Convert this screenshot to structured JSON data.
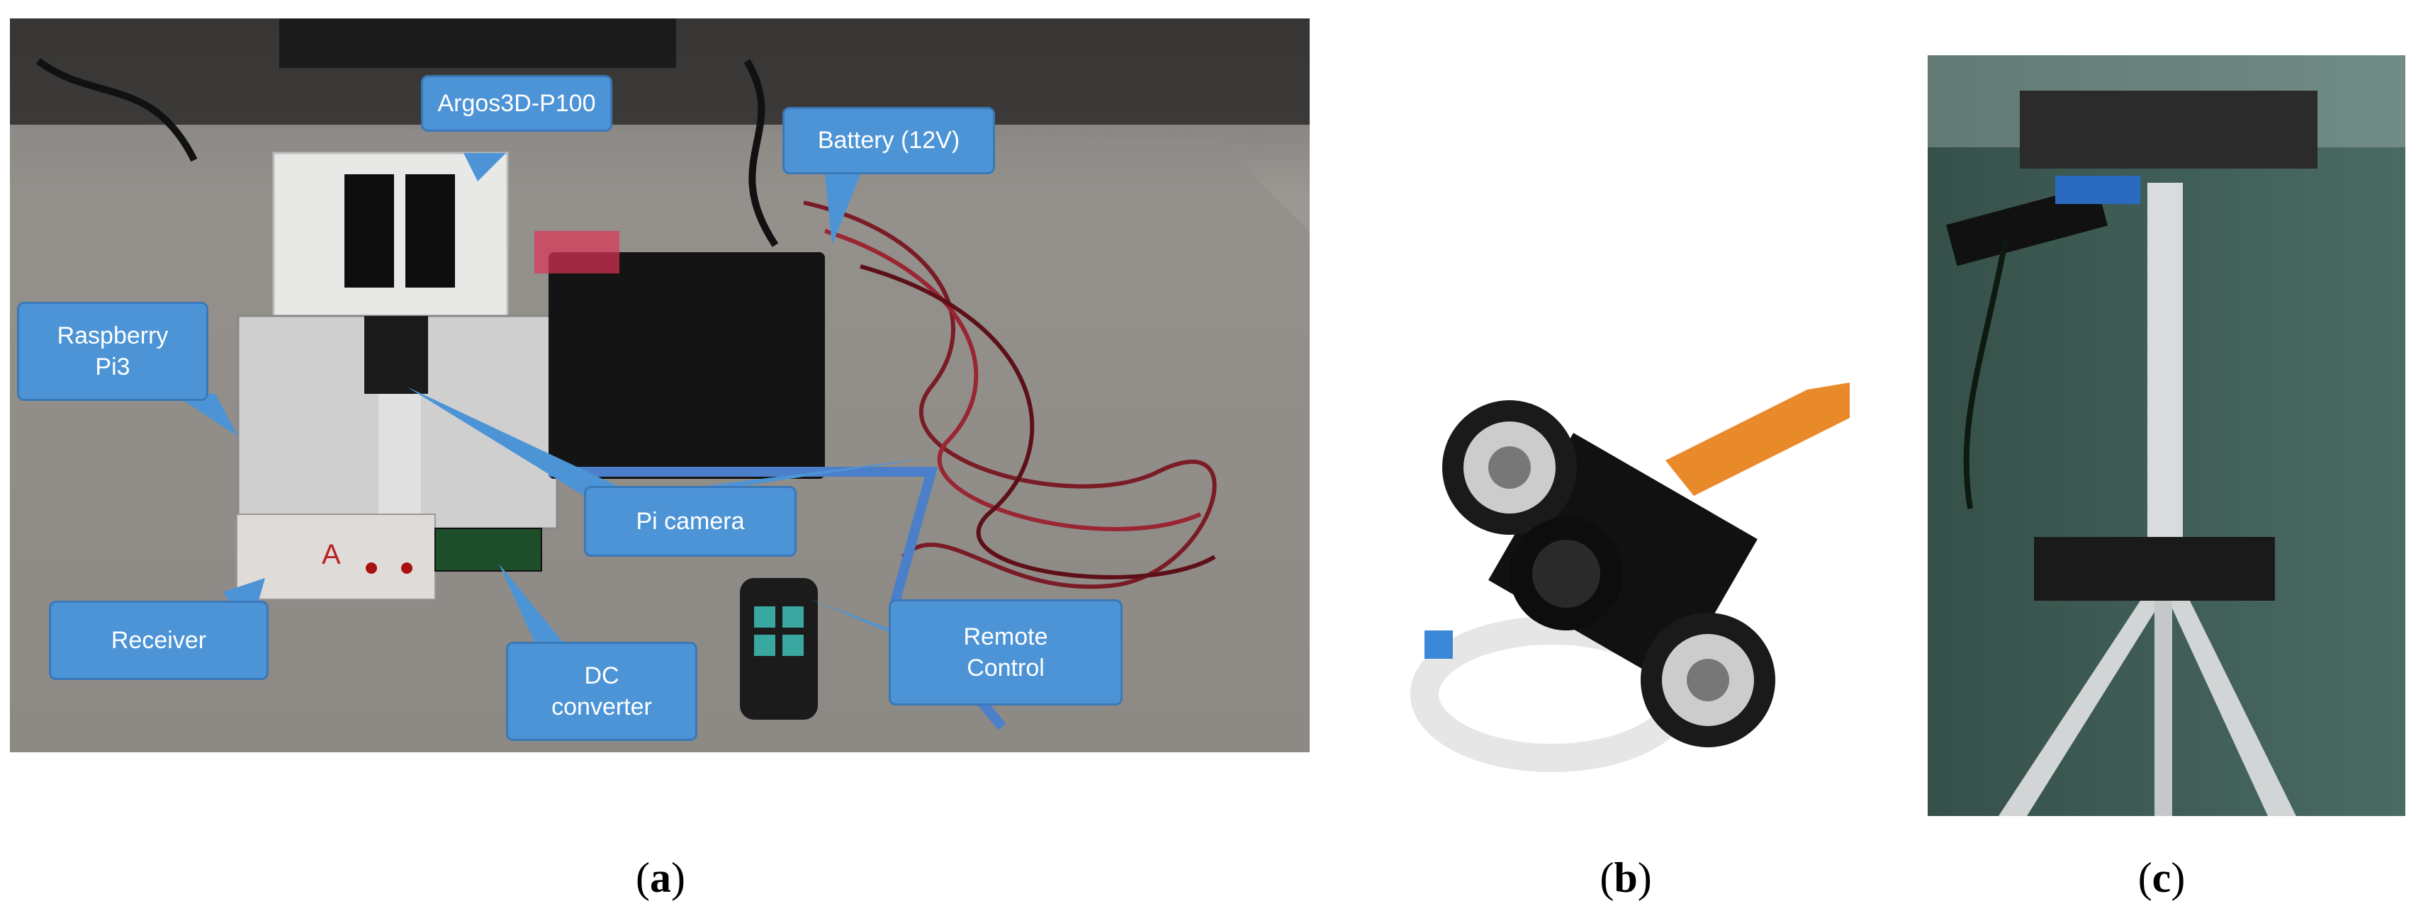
{
  "figure": {
    "panels": [
      {
        "id": "a",
        "caption_letter": "a",
        "callouts": {
          "argos": "Argos3D-P100",
          "battery": "Battery (12V)",
          "raspberry": "Raspberry\nPi3",
          "picamera": "Pi camera",
          "receiver": "Receiver",
          "dc": "DC\nconverter",
          "remote": "Remote\nControl"
        }
      },
      {
        "id": "b",
        "caption_letter": "b"
      },
      {
        "id": "c",
        "caption_letter": "c"
      }
    ]
  },
  "colors": {
    "callout_fill": "#4d94d6",
    "callout_text": "#ffffff",
    "table_surface": "#8d8a87"
  }
}
